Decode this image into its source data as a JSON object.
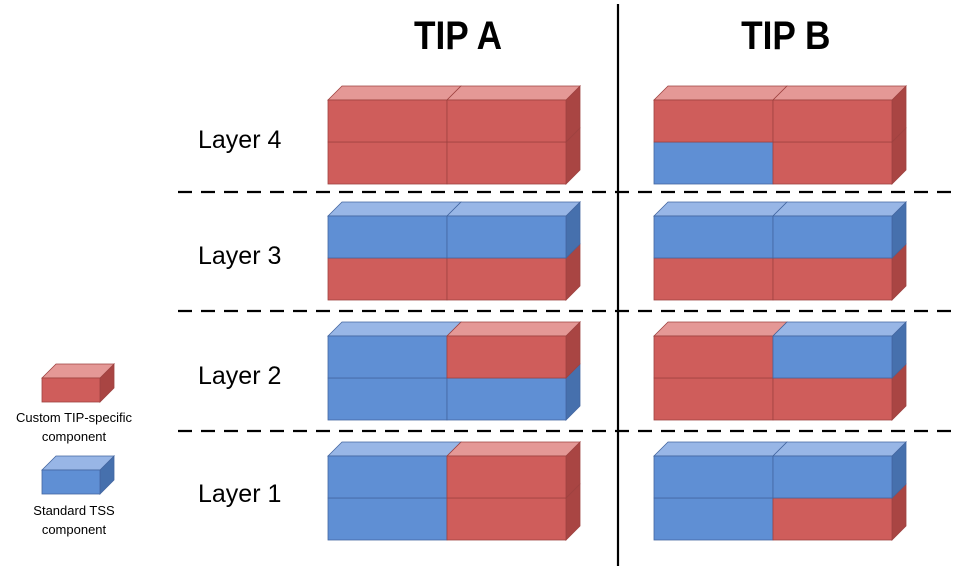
{
  "columns": [
    {
      "title": "TIP A"
    },
    {
      "title": "TIP B"
    }
  ],
  "layers": [
    {
      "label": "Layer 4",
      "rows": {
        "A": [
          [
            "custom",
            "custom"
          ],
          [
            "custom",
            "custom"
          ]
        ],
        "B": [
          [
            "custom",
            "custom"
          ],
          [
            "standard",
            "custom"
          ]
        ]
      }
    },
    {
      "label": "Layer 3",
      "rows": {
        "A": [
          [
            "standard",
            "standard"
          ],
          [
            "custom",
            "custom"
          ]
        ],
        "B": [
          [
            "standard",
            "standard"
          ],
          [
            "custom",
            "custom"
          ]
        ]
      }
    },
    {
      "label": "Layer 2",
      "rows": {
        "A": [
          [
            "standard",
            "custom"
          ],
          [
            "standard",
            "standard"
          ]
        ],
        "B": [
          [
            "custom",
            "standard"
          ],
          [
            "custom",
            "custom"
          ]
        ]
      }
    },
    {
      "label": "Layer 1",
      "rows": {
        "A": [
          [
            "standard",
            "custom"
          ],
          [
            "standard",
            "custom"
          ]
        ],
        "B": [
          [
            "standard",
            "standard"
          ],
          [
            "standard",
            "custom"
          ]
        ]
      }
    }
  ],
  "legend": {
    "custom": {
      "line1": "Custom TIP-specific",
      "line2": "component"
    },
    "standard": {
      "line1": "Standard TSS",
      "line2": "component"
    }
  },
  "colors": {
    "custom": {
      "front": "#cf5d5b",
      "top": "#e49896",
      "side": "#a94543",
      "border": "#9e4240"
    },
    "standard": {
      "front": "#5f8fd4",
      "top": "#98b6e6",
      "side": "#4670ad",
      "border": "#4366a0"
    },
    "line": "#000000"
  }
}
